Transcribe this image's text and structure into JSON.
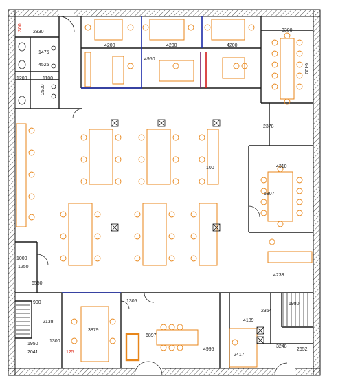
{
  "plan": {
    "colors": {
      "wall": "#1a1a1a",
      "hatch": "#555555",
      "furniture": "#e8861a",
      "partition_blue": "#1b2aa8",
      "partition_purple": "#7a1f6b",
      "dim_red": "#d21d1d"
    },
    "dimensions": {
      "d300": "300",
      "d2830": "2830",
      "d1475": "1475",
      "d4525": "4525",
      "d1200": "1200",
      "d1100": "1100",
      "d2500": "2500",
      "d4200a": "4200",
      "d4200b": "4200",
      "d4200c": "4200",
      "d4950": "4950",
      "d3300": "3300",
      "d6400": "6400",
      "d2378": "2378",
      "d100": "100",
      "d4310": "4310",
      "d5807": "5807",
      "d1000": "1000",
      "d1250": "1250",
      "d6550": "6550",
      "d900": "900",
      "d2138": "2138",
      "d3879": "3879",
      "d1305": "1305",
      "d1950": "1950",
      "d1300": "1300",
      "d2041": "2041",
      "d125": "125",
      "d6897": "6897",
      "d4995": "4995",
      "d4233": "4233",
      "d1980": "1980",
      "d2354": "2354",
      "d4189": "4189",
      "d3248": "3248",
      "d2417": "2417",
      "d2652": "2652"
    }
  }
}
